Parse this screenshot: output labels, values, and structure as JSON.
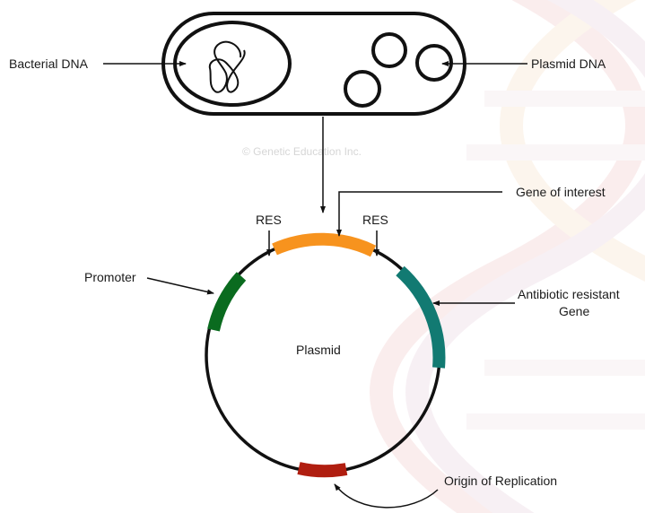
{
  "watermark": "© Genetic Education Inc.",
  "bacterium": {
    "labels": {
      "bacterial_dna": "Bacterial DNA",
      "plasmid_dna": "Plasmid DNA"
    }
  },
  "plasmid": {
    "center_label": "Plasmid",
    "labels": {
      "gene_of_interest": "Gene of interest",
      "res_left": "RES",
      "res_right": "RES",
      "promoter": "Promoter",
      "antibiotic_line1": "Antibiotic resistant",
      "antibiotic_line2": "Gene",
      "origin": "Origin of Replication"
    },
    "colors": {
      "gene_of_interest": "#f7931e",
      "promoter": "#0a6b1f",
      "antibiotic": "#127a72",
      "origin": "#b01e10"
    }
  }
}
